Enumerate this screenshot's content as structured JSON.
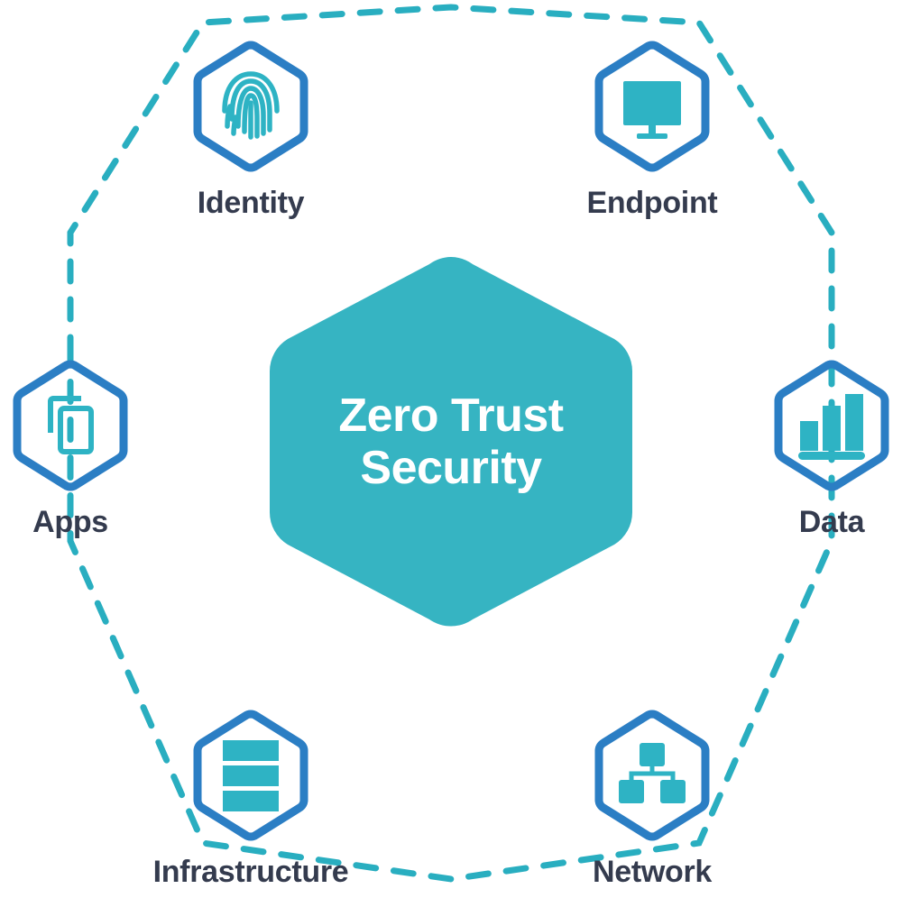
{
  "diagram": {
    "title": "Zero Trust Security",
    "center": {
      "label_line1": "Zero Trust",
      "label_line2": "Security",
      "shape": "rounded-hexagon",
      "fill_color": "#36b4c2",
      "text_color": "#ffffff"
    },
    "colors": {
      "hex_outline": "#2b7ec4",
      "icon_teal": "#2eb3c4",
      "label_text": "#343b4e",
      "connector_dash": "#29aec0",
      "background": "#ffffff"
    },
    "connector": {
      "style": "dashed",
      "shape": "hexagonal-ring",
      "color": "#29aec0"
    },
    "pillars": [
      {
        "id": "identity",
        "label": "Identity",
        "icon": "fingerprint-icon",
        "position": "top-left"
      },
      {
        "id": "endpoint",
        "label": "Endpoint",
        "icon": "monitor-icon",
        "position": "top-right"
      },
      {
        "id": "data",
        "label": "Data",
        "icon": "bar-chart-icon",
        "position": "right"
      },
      {
        "id": "network",
        "label": "Network",
        "icon": "network-tree-icon",
        "position": "bottom-right"
      },
      {
        "id": "infrastructure",
        "label": "Infrastructure",
        "icon": "server-stack-icon",
        "position": "bottom-left"
      },
      {
        "id": "apps",
        "label": "Apps",
        "icon": "app-windows-icon",
        "position": "left"
      }
    ]
  }
}
